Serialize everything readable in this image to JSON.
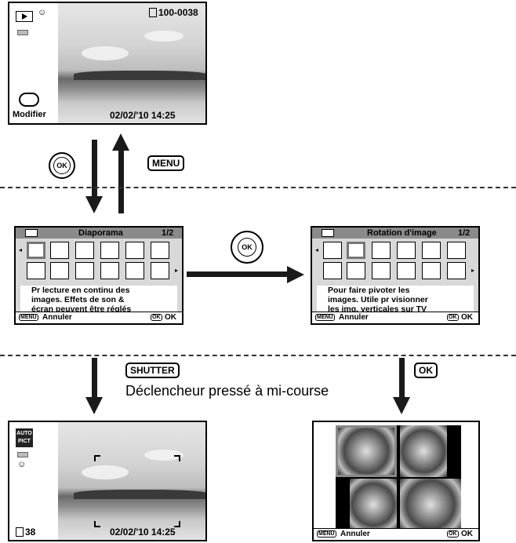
{
  "top_screen": {
    "file_number": "100-0038",
    "modify_label": "Modifier",
    "datetime": "02/02/'10 14:25"
  },
  "buttons": {
    "ok_label": "OK",
    "menu_label": "MENU",
    "shutter_label": "SHUTTER",
    "ok_label_right": "OK"
  },
  "menu_left": {
    "title": "Diaporama",
    "page": "1/2",
    "description": [
      "Pr lecture en continu des",
      "images. Effets de son &",
      "écran peuvent être réglés"
    ],
    "menu_badge": "MENU",
    "cancel_label": "Annuler",
    "ok_badge": "OK",
    "ok_label": "OK"
  },
  "menu_right": {
    "title": "Rotation d'image",
    "page": "1/2",
    "description": [
      "Pour faire pivoter les",
      "images. Utile pr visionner",
      "les img. verticales sur TV"
    ],
    "menu_badge": "MENU",
    "cancel_label": "Annuler",
    "ok_badge": "OK",
    "ok_label": "OK"
  },
  "shutter_caption": "Déclencheur pressé à mi-course",
  "bottom_left_screen": {
    "mode_badge_1": "AUTO",
    "mode_badge_2": "PICT",
    "remaining": "38",
    "datetime": "02/02/'10 14:25"
  },
  "bottom_right_screen": {
    "menu_badge": "MENU",
    "cancel_label": "Annuler",
    "ok_badge": "OK",
    "ok_label": "OK"
  }
}
